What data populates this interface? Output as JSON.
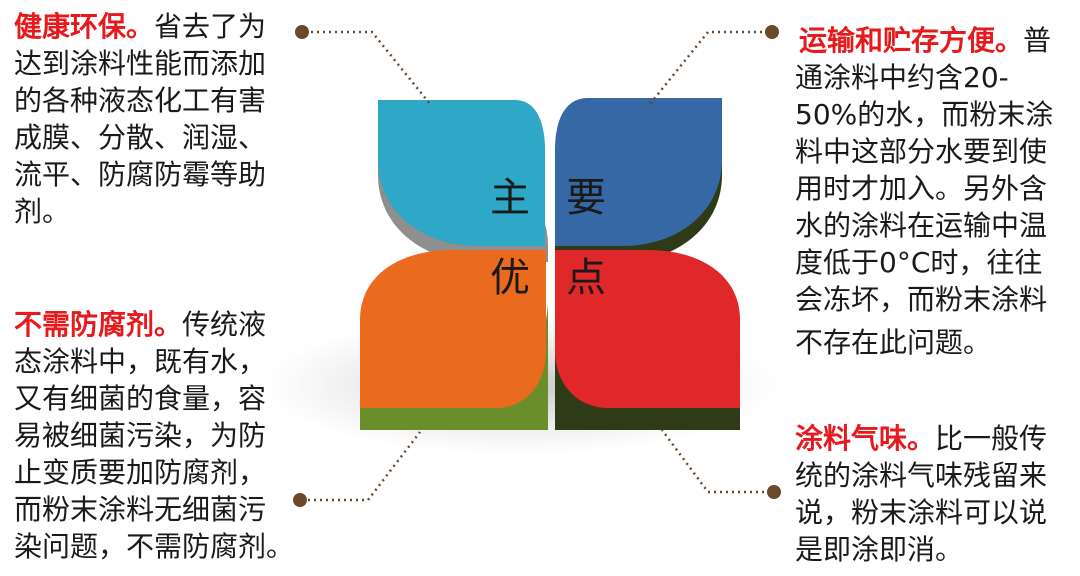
{
  "colors": {
    "petal_top_left": "#2fa7c6",
    "petal_top_right": "#3768a6",
    "petal_bottom_left": "#ea6a1e",
    "petal_bottom_right": "#e0272a",
    "highlight": "#e8191c",
    "connector": "#6b4a2b"
  },
  "center": {
    "char1": "主",
    "char2": "要",
    "char3": "优",
    "char4": "点"
  },
  "blocks": {
    "top_left": {
      "title": "健康环保。",
      "lines": [
        "省去了为",
        "达到涂料性能而添加",
        "的各种液态化工有害",
        "成膜、分散、润湿、",
        "流平、防腐防霉等助",
        "剂。"
      ]
    },
    "top_right": {
      "title": "运输和贮存方便。",
      "lines": [
        "普",
        "通涂料中约含20-",
        "50%的水，而粉末涂",
        "料中这部分水要到使",
        "用时才加入。另外含",
        "水的涂料在运输中温",
        "度低于0°C时，往往",
        "会冻坏，而粉末涂料",
        "不存在此问题。"
      ]
    },
    "bottom_left": {
      "title": "不需防腐剂。",
      "lines": [
        "传统液",
        "态涂料中，既有水，",
        "又有细菌的食量，容",
        "易被细菌污染，为防",
        "止变质要加防腐剂，",
        "而粉末涂料无细菌污",
        "染问题，不需防腐剂。"
      ]
    },
    "bottom_right": {
      "title": "涂料气味。",
      "lines": [
        "比一般传",
        "统的涂料气味残留来",
        "说，粉末涂料可以说",
        "是即涂即消。"
      ]
    }
  }
}
